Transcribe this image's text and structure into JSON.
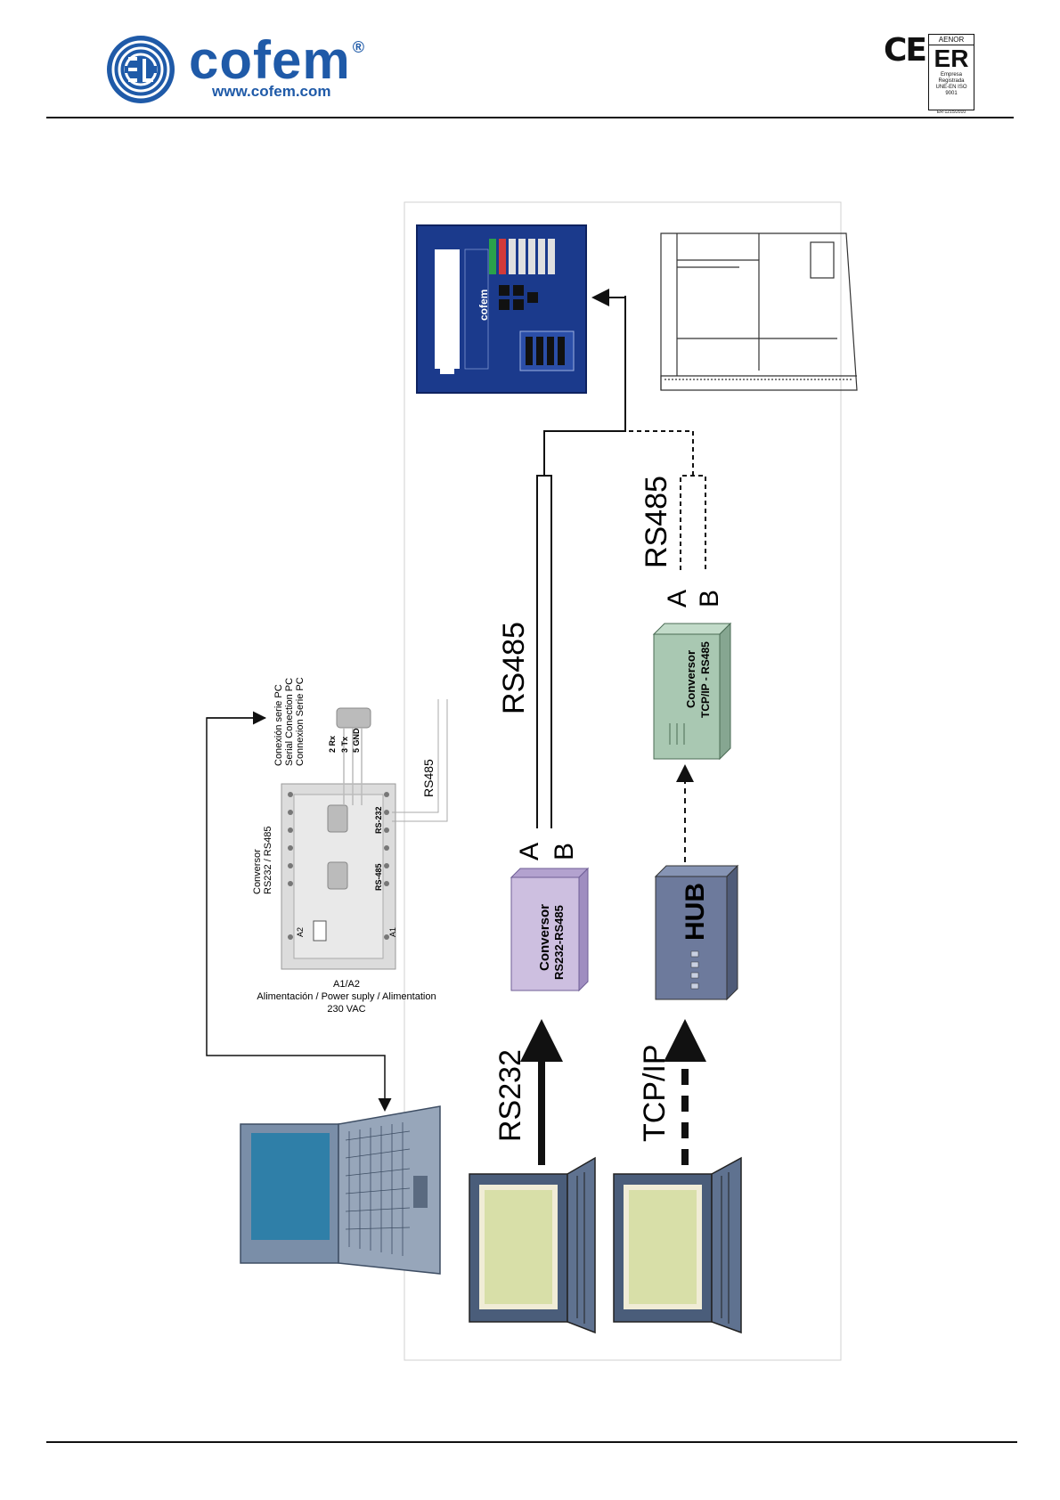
{
  "header": {
    "brand": "cofem",
    "brand_mark": "®",
    "website": "www.cofem.com",
    "ce_mark": "CE",
    "aenor": {
      "top": "AENOR",
      "er": "ER",
      "sub1": "Empresa",
      "sub2": "Registrada",
      "sub3": "UNE-EN ISO 9001",
      "footer": "ER-1215/2010"
    }
  },
  "diagram": {
    "converter_module": {
      "title_line1": "Conversor",
      "title_line2": "RS232 / RS485",
      "rs232_label": "RS-232",
      "rs485_label": "RS-485",
      "a1": "A1",
      "a2": "A2",
      "pc_serial_1": "Conexión serie PC",
      "pc_serial_2": "Serial Conection PC",
      "pc_serial_3": "Connexion Serie PC",
      "pin_rx": "2 Rx",
      "pin_tx": "3 Tx",
      "pin_gnd": "5 GND",
      "rs485_out": "RS485",
      "power_1": "A1/A2",
      "power_2": "Alimentación / Power suply / Alimentation",
      "power_3": "230 VAC"
    },
    "link_rs232": "RS232",
    "link_tcpip": "TCP/IP",
    "box_conv_rs": {
      "line1": "Conversor",
      "line2": "RS232-RS485"
    },
    "box_hub": "HUB",
    "box_conv_tcp": {
      "line1": "Conversor",
      "line2": "TCP/IP - RS485"
    },
    "bus_top": {
      "label": "RS485",
      "a": "A",
      "b": "B"
    },
    "bus_bottom": {
      "label": "RS485",
      "a": "A",
      "b": "B"
    },
    "panel_display": {
      "brand": "cofem"
    }
  }
}
